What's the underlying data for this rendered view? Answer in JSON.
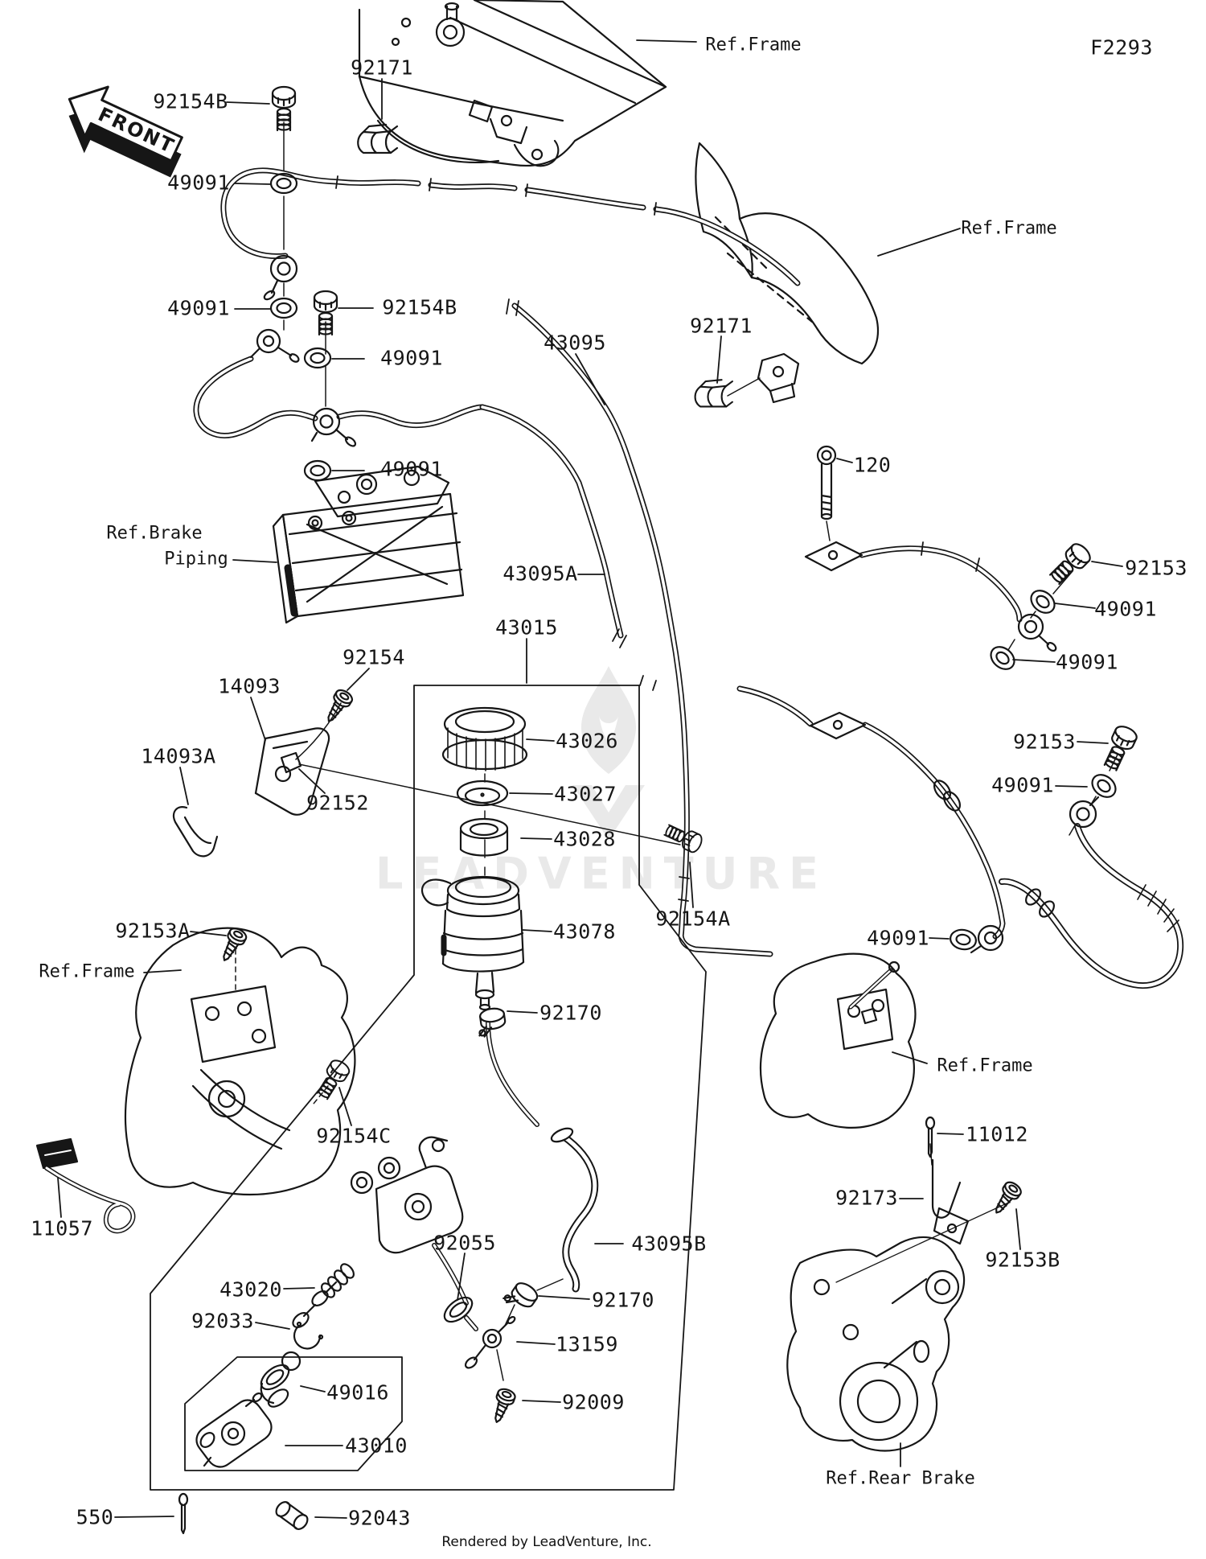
{
  "diagram": {
    "code": "F2293",
    "front_marker": "FRONT",
    "watermark": "LEADVENTURE",
    "footer": "Rendered by LeadVenture, Inc."
  },
  "refs": {
    "frame": "Ref.Frame",
    "brake_piping_top": "Ref.Brake",
    "brake_piping_bottom": "Piping",
    "rear_brake": "Ref.Rear Brake"
  },
  "parts": {
    "120": "120",
    "550": "550",
    "11012": "11012",
    "11057": "11057",
    "13159": "13159",
    "14093": "14093",
    "14093A": "14093A",
    "43010": "43010",
    "43015": "43015",
    "43020": "43020",
    "43026": "43026",
    "43027": "43027",
    "43028": "43028",
    "43078": "43078",
    "43095": "43095",
    "43095A": "43095A",
    "43095B": "43095B",
    "49016": "49016",
    "49091": "49091",
    "92009": "92009",
    "92033": "92033",
    "92043": "92043",
    "92055": "92055",
    "92152": "92152",
    "92153": "92153",
    "92153A": "92153A",
    "92153B": "92153B",
    "92154": "92154",
    "92154A": "92154A",
    "92154B": "92154B",
    "92154C": "92154C",
    "92170": "92170",
    "92171": "92171",
    "92173": "92173"
  }
}
